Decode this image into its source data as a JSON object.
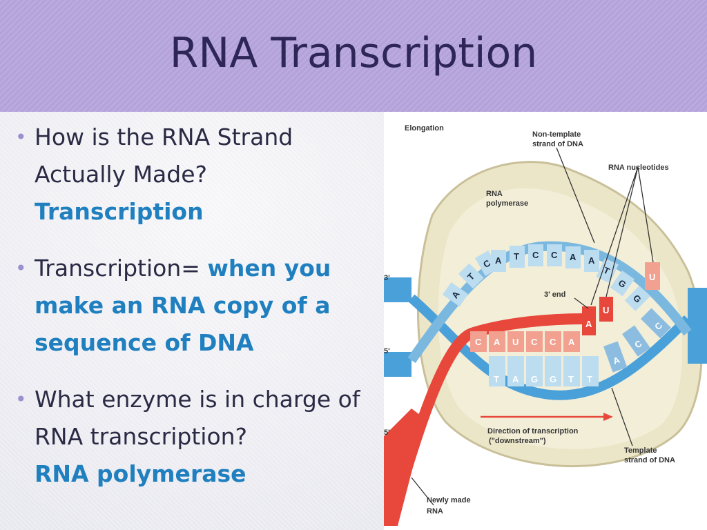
{
  "slide": {
    "title": "RNA Transcription",
    "bullets": [
      {
        "text": "How is the RNA Strand Actually Made?",
        "answer": "Transcription"
      },
      {
        "text": "Transcription= ",
        "answer": "when you make an RNA copy of a sequence of DNA"
      },
      {
        "text": "What enzyme is in charge of RNA transcription?",
        "answer": "RNA polymerase"
      }
    ]
  },
  "figure": {
    "labels": {
      "elongation": "Elongation",
      "non_template_1": "Non-template",
      "non_template_2": "strand of DNA",
      "rna_nucleotides": "RNA nucleotides",
      "rna_polymerase_1": "RNA",
      "rna_polymerase_2": "polymerase",
      "three_prime_end": "3' end",
      "direction_1": "Direction of transcription",
      "direction_2": "(\"downstream\")",
      "template_1": "Template",
      "template_2": "strand of DNA",
      "newly_made_1": "Newly made",
      "newly_made_2": "RNA",
      "three_prime": "3'",
      "five_prime_a": "5'",
      "five_prime_b": "5'"
    },
    "top_bases": [
      "A",
      "T",
      "C",
      "C",
      "A",
      "A"
    ],
    "left_top_bases": [
      "A",
      "T",
      "C"
    ],
    "right_top_bases": [
      "T",
      "G",
      "G"
    ],
    "rna_bases": [
      "C",
      "A",
      "U",
      "C",
      "C",
      "A"
    ],
    "bottom_bases": [
      "T",
      "A",
      "G",
      "G",
      "T",
      "T"
    ],
    "incoming_nucleotides": [
      "A",
      "U",
      "U"
    ],
    "right_bottom_bases": [
      "C",
      "C",
      "A"
    ],
    "colors": {
      "dna_strand": "#4aa0d8",
      "dna_light": "#bcdcf0",
      "rna": "#e8473b",
      "rna_light": "#f2a090",
      "polymerase": "#ece6c8"
    }
  }
}
